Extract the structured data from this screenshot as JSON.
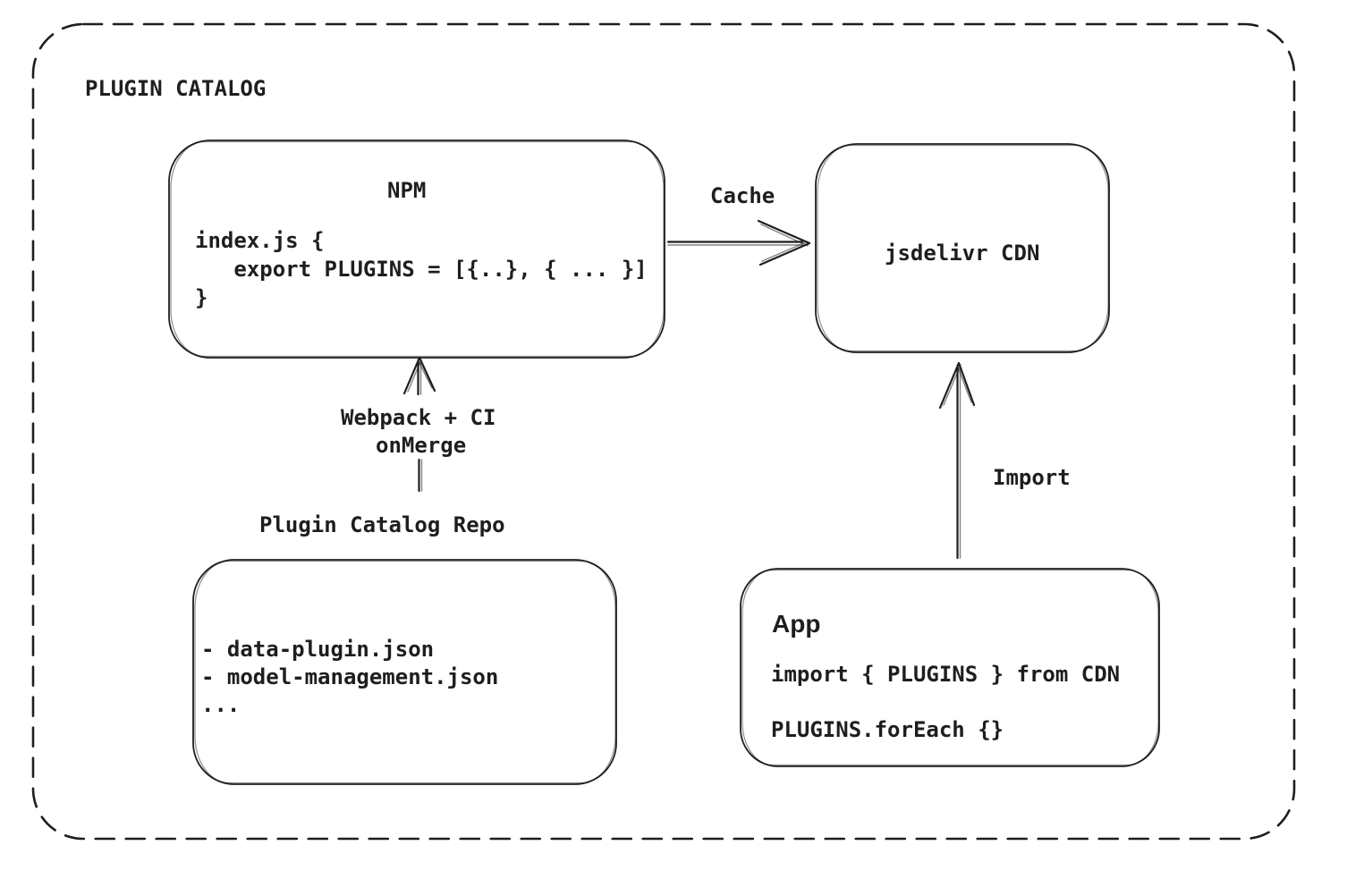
{
  "diagram": {
    "title": "PLUGIN CATALOG",
    "colors": {
      "stroke": "#1e1e1e",
      "background": "#ffffff"
    },
    "nodes": {
      "npm": {
        "title": "NPM",
        "code": [
          "index.js {",
          "   export PLUGINS = [{..}, { ... }]",
          "}"
        ]
      },
      "cdn": {
        "label": "jsdelivr CDN"
      },
      "repo": {
        "label": "Plugin Catalog Repo",
        "items": [
          "- data-plugin.json",
          "- model-management.json",
          "..."
        ]
      },
      "app": {
        "title": "App",
        "code": [
          "import { PLUGINS } from CDN",
          "PLUGINS.forEach {}"
        ]
      }
    },
    "edges": {
      "cache": {
        "label": "Cache"
      },
      "build": {
        "labels": [
          "Webpack + CI",
          "onMerge"
        ]
      },
      "import": {
        "label": "Import"
      }
    }
  }
}
